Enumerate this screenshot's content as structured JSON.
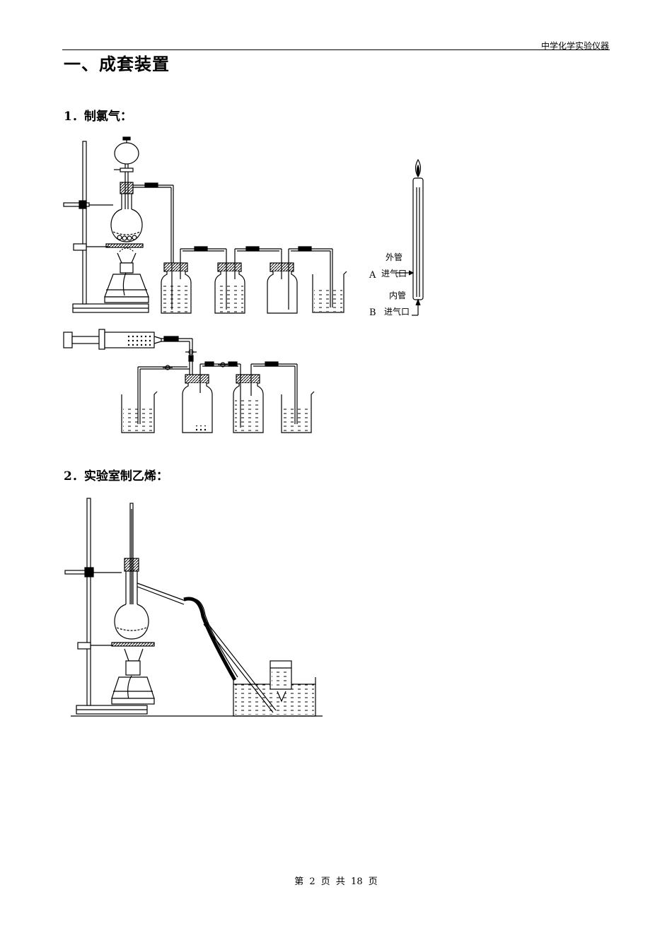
{
  "header": {
    "title": "中学化学实验仪器"
  },
  "section": {
    "title": "一、成套装置"
  },
  "items": [
    {
      "number": "1",
      "title": "制氯气："
    },
    {
      "number": "2",
      "title": "实验室制乙烯："
    }
  ],
  "diagram1": {
    "labels": {
      "outer_tube": "外管",
      "inner_tube": "内管",
      "inlet_a_letter": "A",
      "inlet_a": "进气口",
      "inlet_b_letter": "B",
      "inlet_b": "进气口"
    }
  },
  "footer": {
    "page_text": "第 2 页 共 18 页"
  }
}
